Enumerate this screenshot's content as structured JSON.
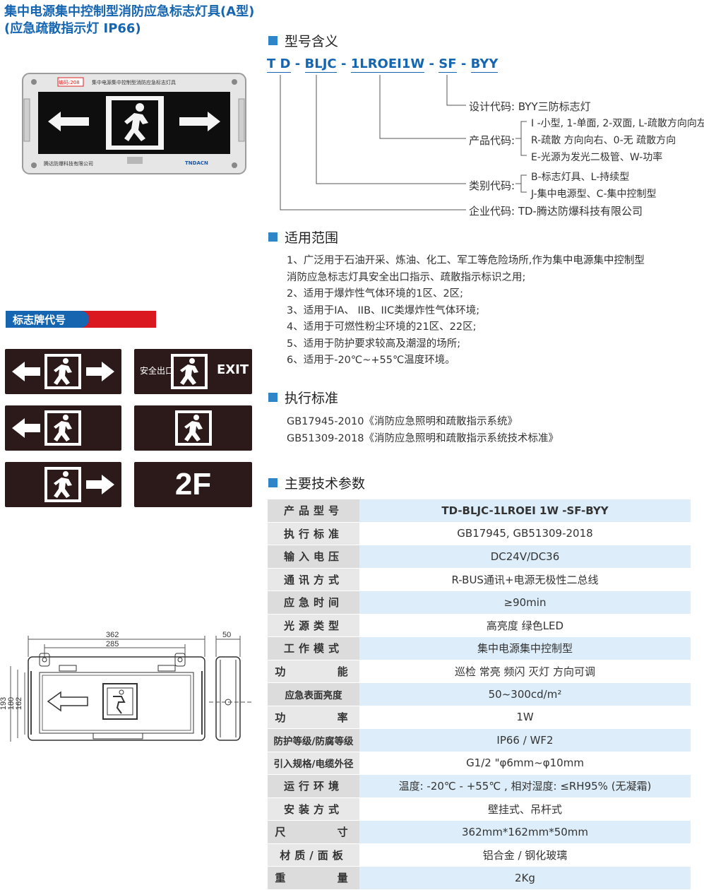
{
  "title": {
    "line1": "集中电源集中控制型消防应急标志灯具(A型)",
    "line2": "(应急疏散指示灯 IP66)"
  },
  "product_photo": {
    "code_badge": "编码:208",
    "panel_title": "集中电源集中控制型消防应急标志灯具",
    "maker": "腾达防爆科技有限公司",
    "brand": "TNDACN"
  },
  "sign_code_label": "标志牌代号",
  "signs": [
    {
      "left_text": "",
      "right_text": "",
      "arrows": "both"
    },
    {
      "left_text": "安全出口",
      "right_text": "EXIT",
      "arrows": "none"
    },
    {
      "left_text": "",
      "right_text": "",
      "arrows": "left"
    },
    {
      "left_text": "",
      "right_text": "",
      "arrows": "none"
    },
    {
      "left_text": "",
      "right_text": "",
      "arrows": "right"
    },
    {
      "left_text": "2F",
      "right_text": "",
      "arrows": "none"
    }
  ],
  "drawing": {
    "dim_362": "362",
    "dim_285": "285",
    "dim_50": "50",
    "dim_193": "193",
    "dim_180": "180",
    "dim_162": "162"
  },
  "model_meaning": {
    "heading": "型号含义",
    "model_parts": [
      "T D",
      "BLJC",
      "1LROEI1W",
      "SF",
      "BYY"
    ],
    "separator": "-",
    "design_code": "设计代码: BYY三防标志灯",
    "product_code_label": "产品代码:",
    "product_code_lines": [
      "I -小型, 1-单面, 2-双面, L-疏散方向向左",
      "R-疏散 方向向右、0-无 疏散方向",
      "E-光源为发光二极管、W-功率"
    ],
    "category_code_label": "类别代码:",
    "category_code_lines": [
      "B-标志灯具、L-持续型",
      "J-集中电源型、C-集中控制型"
    ],
    "company_code": "企业代码: TD-腾达防爆科技有限公司"
  },
  "scope": {
    "heading": "适用范围",
    "lines": [
      "1、广泛用于石油开采、炼油、化工、军工等危险场所,作为集中电源集中控制型",
      "消防应急标志灯具安全出口指示、疏散指示标识之用;",
      "2、适用于爆炸性气体环境的1区、2区;",
      "3、适用于IA、 IIB、IIC类爆炸性气体环境;",
      "4、适用于可燃性粉尘环境的21区、22区;",
      "5、适用于防护要求较高及潮湿的场所;",
      "6、适用于-20℃~+55℃温度环境。"
    ]
  },
  "standards": {
    "heading": "执行标准",
    "lines": [
      "GB17945-2010《消防应急照明和疏散指示系统》",
      "GB51309-2018《消防应急照明和疏散指示系统技术标准》"
    ]
  },
  "specs": {
    "heading": "主要技术参数",
    "rows": [
      {
        "key": "产品型号",
        "value": "TD-BLJC-1LROEI 1W -SF-BYY"
      },
      {
        "key": "执行标准",
        "value": "GB17945, GB51309-2018"
      },
      {
        "key": "输入电压",
        "value": "DC24V/DC36"
      },
      {
        "key": "通讯方式",
        "value": "R-BUS通讯+电源无极性二总线"
      },
      {
        "key": "应急时间",
        "value": "≥90min"
      },
      {
        "key": "光源类型",
        "value": "高亮度 绿色LED"
      },
      {
        "key": "工作模式",
        "value": "集中电源集中控制型"
      },
      {
        "key": "功      能",
        "value": "巡检 常亮 频闪 灭灯 方向可调"
      },
      {
        "key": "应急表面亮度",
        "value": "50~300cd/m²"
      },
      {
        "key": "功      率",
        "value": "1W"
      },
      {
        "key": "防护等级/防腐等级",
        "value": "IP66 / WF2"
      },
      {
        "key": "引入规格/电缆外径",
        "value": "G1/2 \"φ6mm~φ10mm"
      },
      {
        "key": "运行环境",
        "value": "温度: -20℃ - +55℃ , 相对湿度: ≤RH95% (无凝霜)"
      },
      {
        "key": "安装方式",
        "value": "壁挂式、吊杆式"
      },
      {
        "key": "尺      寸",
        "value": "362mm*162mm*50mm"
      },
      {
        "key": "材质/面板",
        "value": "铝合金 / 钢化玻璃"
      },
      {
        "key": "重      量",
        "value": "2Kg"
      }
    ]
  },
  "colors": {
    "title_blue": "#1565b0",
    "section_square": "#2e86c8",
    "sign_bg": "#2b1a19",
    "red_bar": "#d9191f"
  }
}
